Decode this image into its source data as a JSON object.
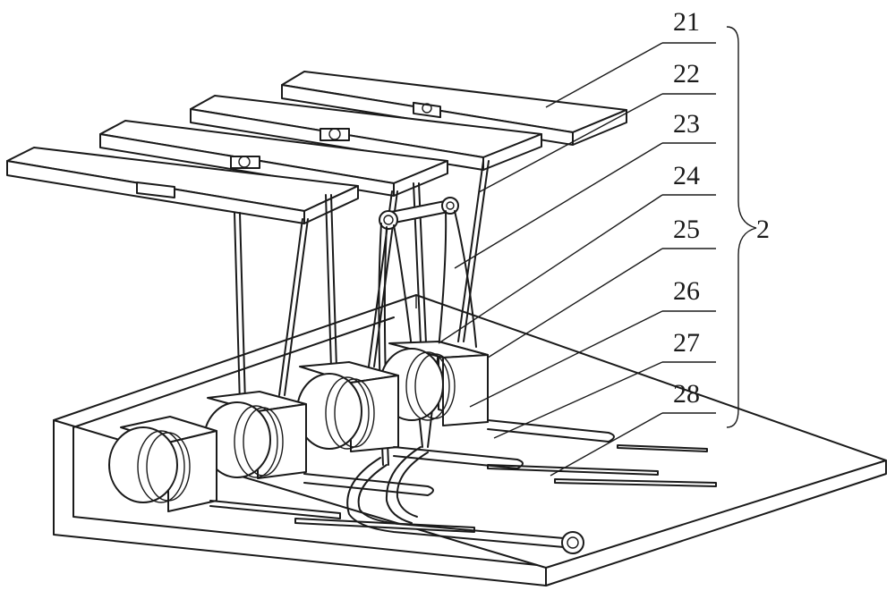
{
  "figure": {
    "group_label": "2",
    "callouts": [
      {
        "id": "21",
        "label": "21"
      },
      {
        "id": "22",
        "label": "22"
      },
      {
        "id": "23",
        "label": "23"
      },
      {
        "id": "24",
        "label": "24"
      },
      {
        "id": "25",
        "label": "25"
      },
      {
        "id": "26",
        "label": "26"
      },
      {
        "id": "27",
        "label": "27"
      },
      {
        "id": "28",
        "label": "28"
      }
    ]
  }
}
